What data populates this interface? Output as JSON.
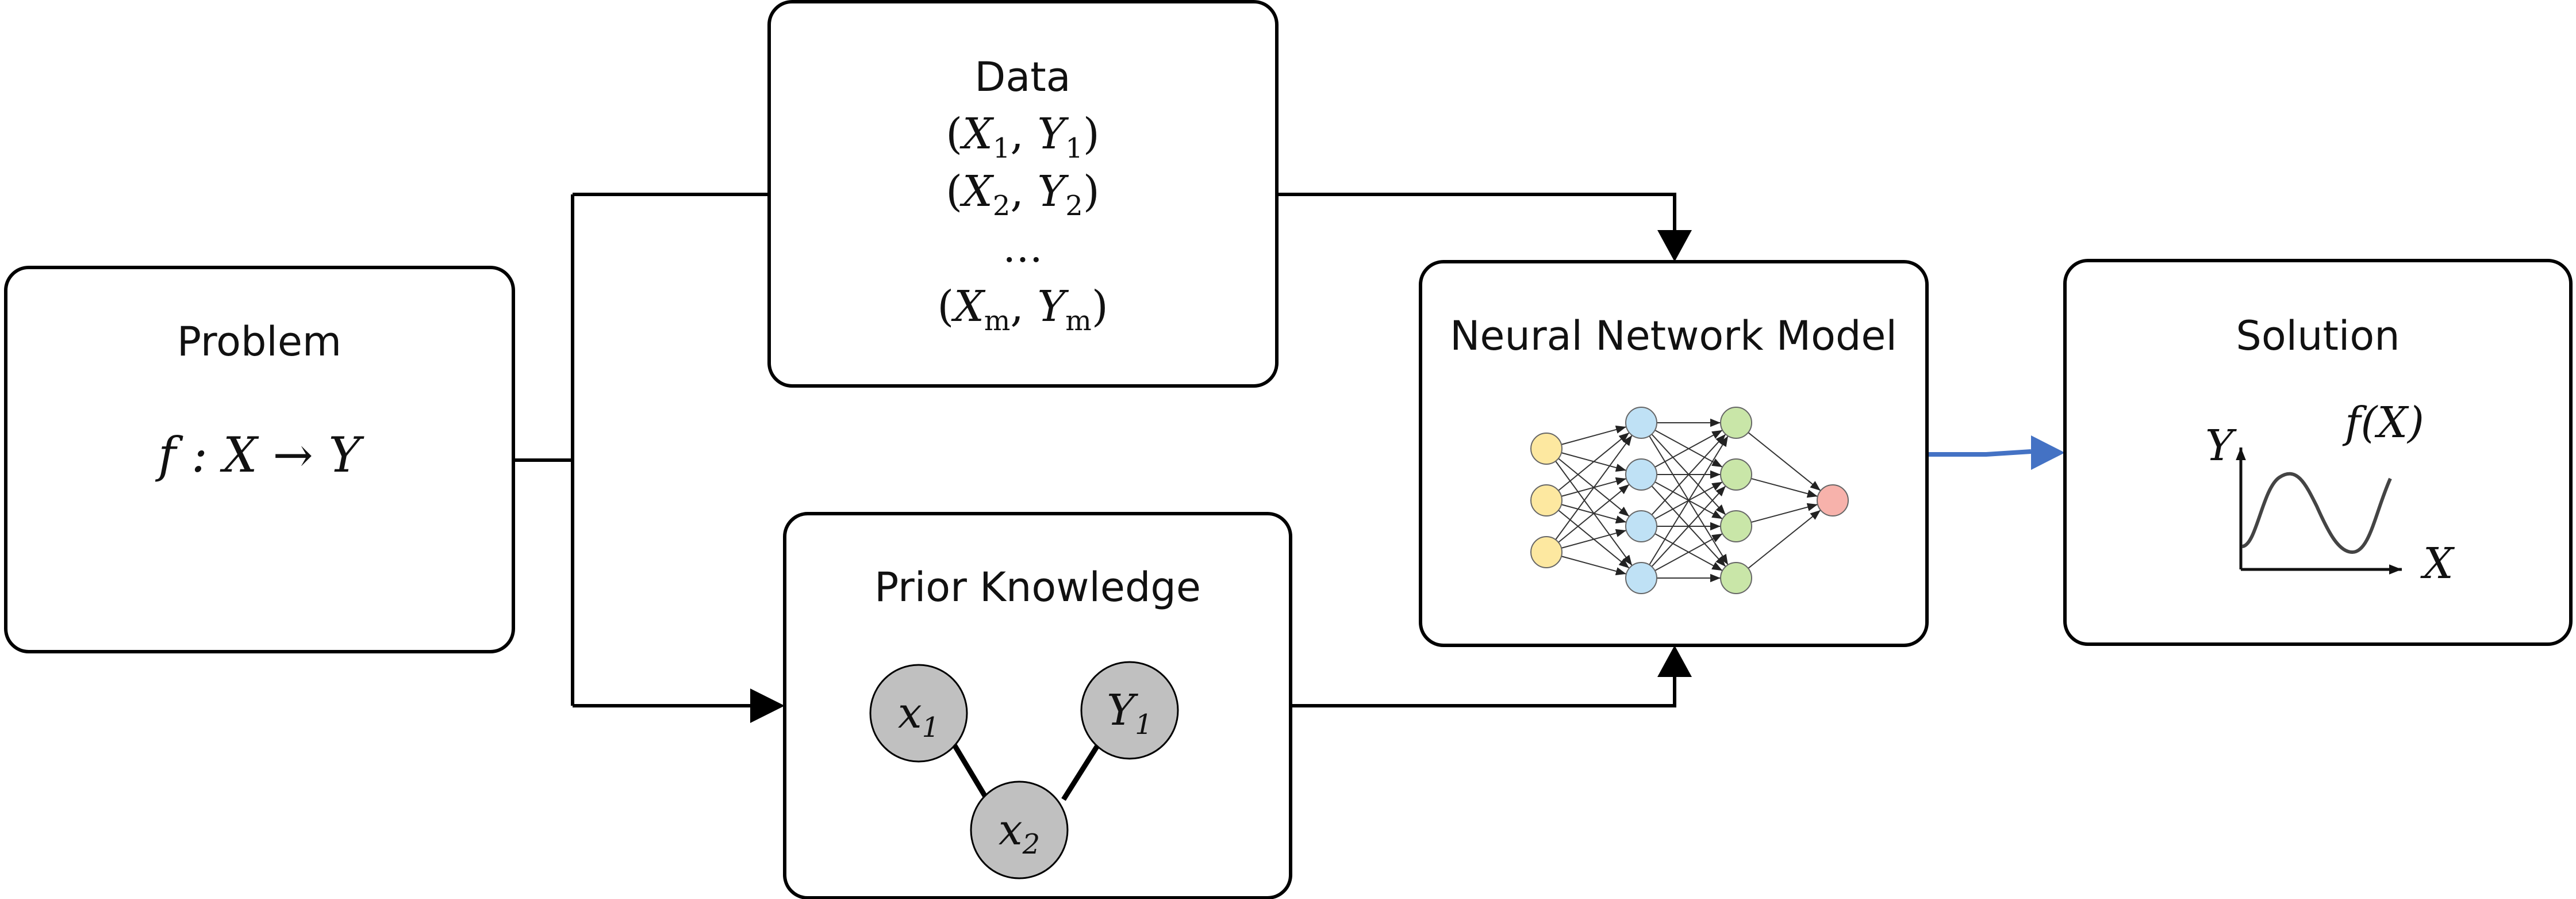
{
  "problem": {
    "title": "Problem",
    "formula": "f : X → Y"
  },
  "data": {
    "title": "Data",
    "rows": [
      {
        "x": "X",
        "xs": "1",
        "y": "Y",
        "ys": "1"
      },
      {
        "x": "X",
        "xs": "2",
        "y": "Y",
        "ys": "2"
      },
      {
        "x": "X",
        "xs": "m",
        "y": "Y",
        "ys": "m"
      }
    ],
    "ellipsis": "…"
  },
  "prior": {
    "title": "Prior Knowledge",
    "nodes": {
      "n1": "x",
      "n1_sub": "1",
      "n2": "Y",
      "n2_sub": "1",
      "n3": "x",
      "n3_sub": "2"
    }
  },
  "model": {
    "title": "Neural Network Model",
    "layers": [
      3,
      4,
      4,
      1
    ]
  },
  "solution": {
    "title": "Solution",
    "func_label": "f(X)",
    "y_axis": "Y",
    "x_axis": "X"
  },
  "colors": {
    "layer_input": "#fde8a0",
    "layer_hidden1": "#bfe1f5",
    "layer_hidden2": "#c9e6a8",
    "layer_output": "#f7b2ab",
    "prior_node": "#c0c0c0",
    "output_arrow": "#4472c4"
  }
}
